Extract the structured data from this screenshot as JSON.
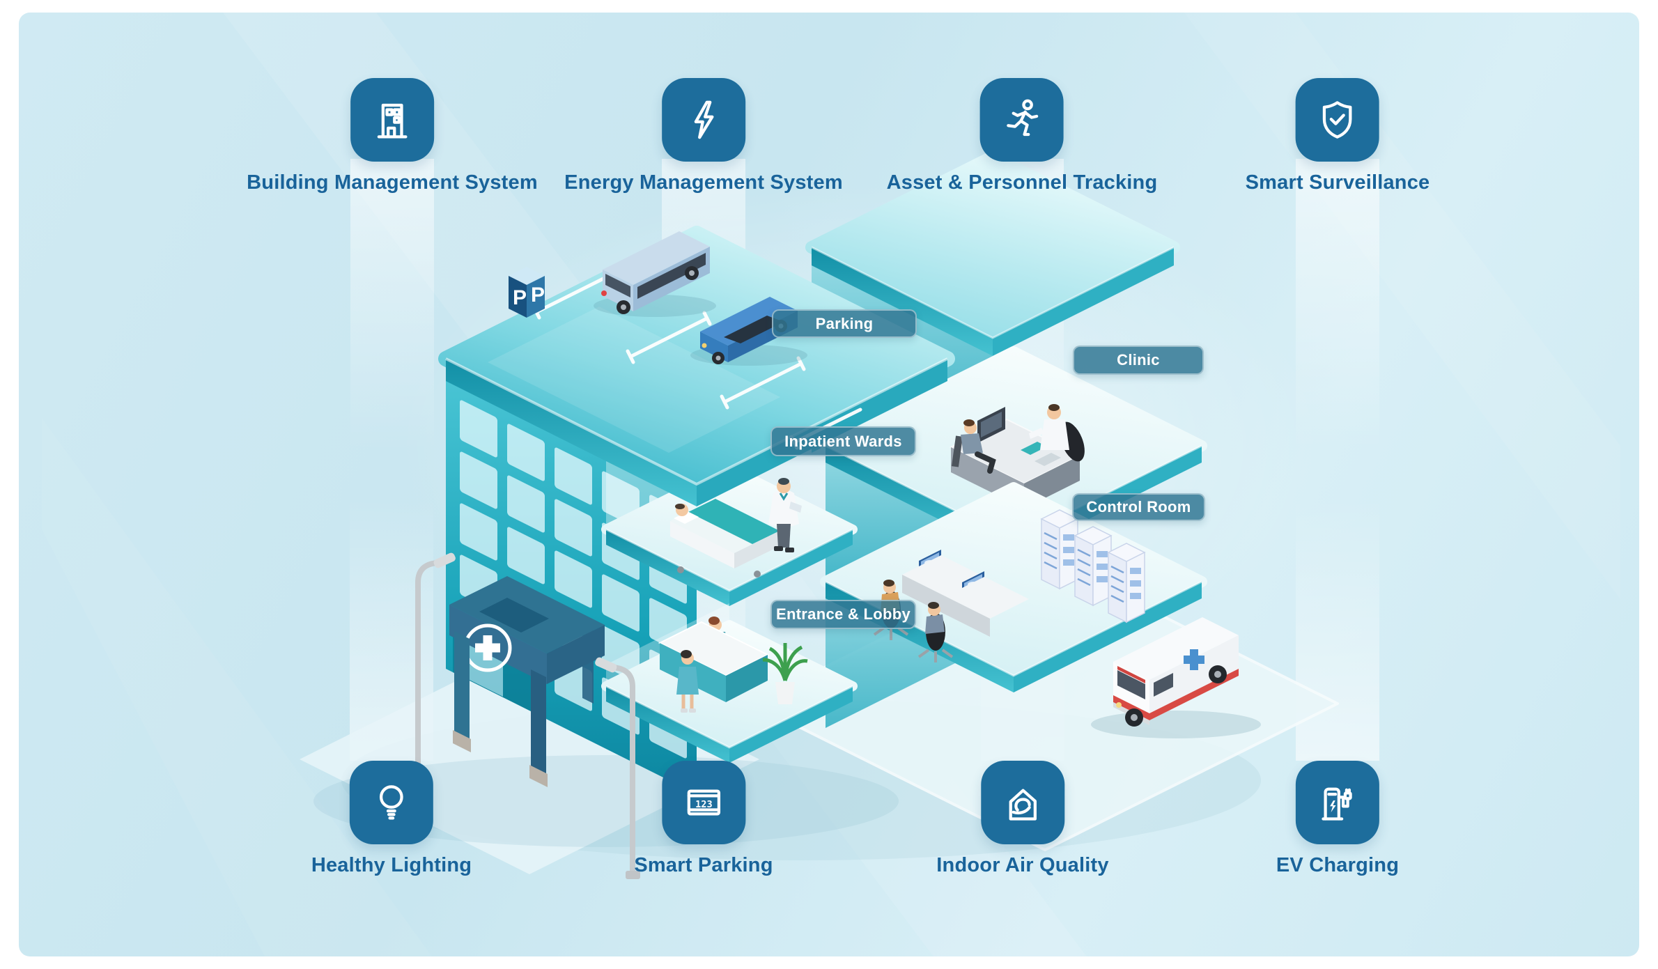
{
  "features": {
    "top": [
      {
        "id": "building-management-system",
        "label": "Building Management System"
      },
      {
        "id": "energy-management-system",
        "label": "Energy Management System"
      },
      {
        "id": "asset-personnel-tracking",
        "label": "Asset & Personnel Tracking"
      },
      {
        "id": "smart-surveillance",
        "label": "Smart Surveillance"
      }
    ],
    "bottom": [
      {
        "id": "healthy-lighting",
        "label": "Healthy Lighting"
      },
      {
        "id": "smart-parking",
        "label": "Smart Parking"
      },
      {
        "id": "indoor-air-quality",
        "label": "Indoor Air Quality"
      },
      {
        "id": "ev-charging",
        "label": "EV Charging"
      }
    ]
  },
  "rooms": [
    {
      "id": "parking",
      "label": "Parking"
    },
    {
      "id": "clinic",
      "label": "Clinic"
    },
    {
      "id": "inpatient-wards",
      "label": "Inpatient Wards"
    },
    {
      "id": "control-room",
      "label": "Control Room"
    },
    {
      "id": "entrance-lobby",
      "label": "Entrance & Lobby"
    }
  ],
  "signs": {
    "parking_letter": "P",
    "smart_parking_display": "123"
  },
  "colors": {
    "icon_tile": "#1d6d9c",
    "label_text": "#19639a",
    "pill_bg": "rgba(49,118,146,0.84)",
    "teal_deep": "#0d86a0",
    "teal_light": "#bfeef2",
    "panel_bg": "#cde9f2",
    "ambulance_stripe": "#d84a44",
    "ambulance_cross": "#4a90cf"
  }
}
